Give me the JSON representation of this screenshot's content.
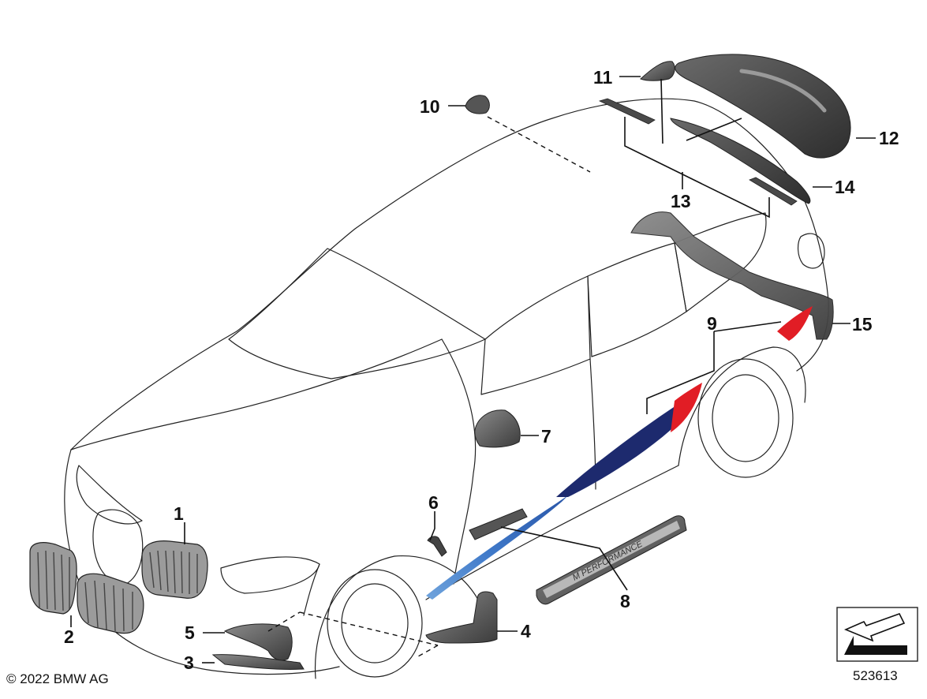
{
  "copyright": "© 2022 BMW AG",
  "diagram_number": "523613",
  "callouts": [
    "1",
    "2",
    "3",
    "4",
    "5",
    "6",
    "7",
    "8",
    "9",
    "10",
    "11",
    "12",
    "13",
    "14",
    "15"
  ],
  "sill_plate_text": "M PERFORMANCE",
  "colors": {
    "line": "#222222",
    "part_grey": "#5e5e5e",
    "part_dark": "#3b3b3b",
    "stripe_navy": "#1d2a6e",
    "stripe_blue": "#3f79c9",
    "stripe_red": "#e11d25"
  }
}
